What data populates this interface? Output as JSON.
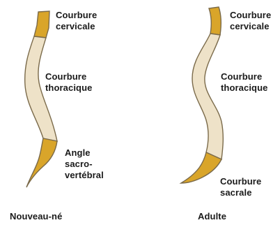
{
  "colors": {
    "cervical": "#D9A52A",
    "cervical_dark": "#B68415",
    "thoracic": "#EEE2C8",
    "outline": "#7A6A4A",
    "text": "#1A1A1A"
  },
  "newborn": {
    "labels": {
      "cervical": "Courbure\ncervicale",
      "thoracic": "Courbure\nthoracique",
      "angle": "Angle\nsacro-\nvertébral"
    },
    "caption": "Nouveau-né"
  },
  "adult": {
    "labels": {
      "cervical": "Courbure\ncervicale",
      "thoracic": "Courbure\nthoracique",
      "sacral": "Courbure\nsacrale"
    },
    "caption": "Adulte"
  }
}
